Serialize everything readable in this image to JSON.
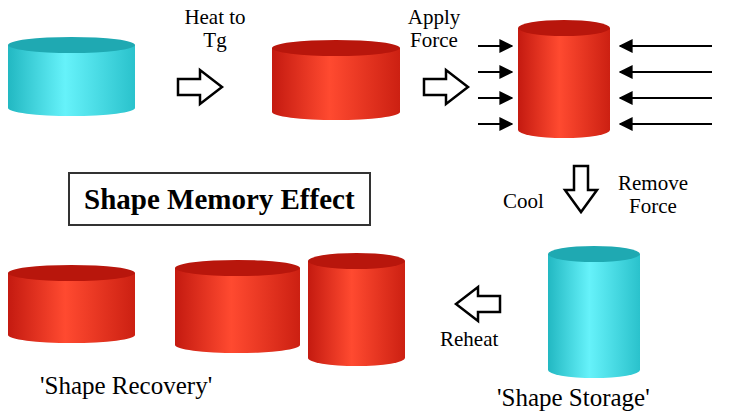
{
  "diagram": {
    "nodes": [
      {
        "text": [
          "Shape Memory Effect"
        ]
      }
    ],
    "labels": [
      "Heat to Tg",
      "Apply Force",
      "Cool",
      "Remove Force",
      "Reheat",
      "'Shape Recovery'",
      "'Shape Storage'"
    ]
  }
}
